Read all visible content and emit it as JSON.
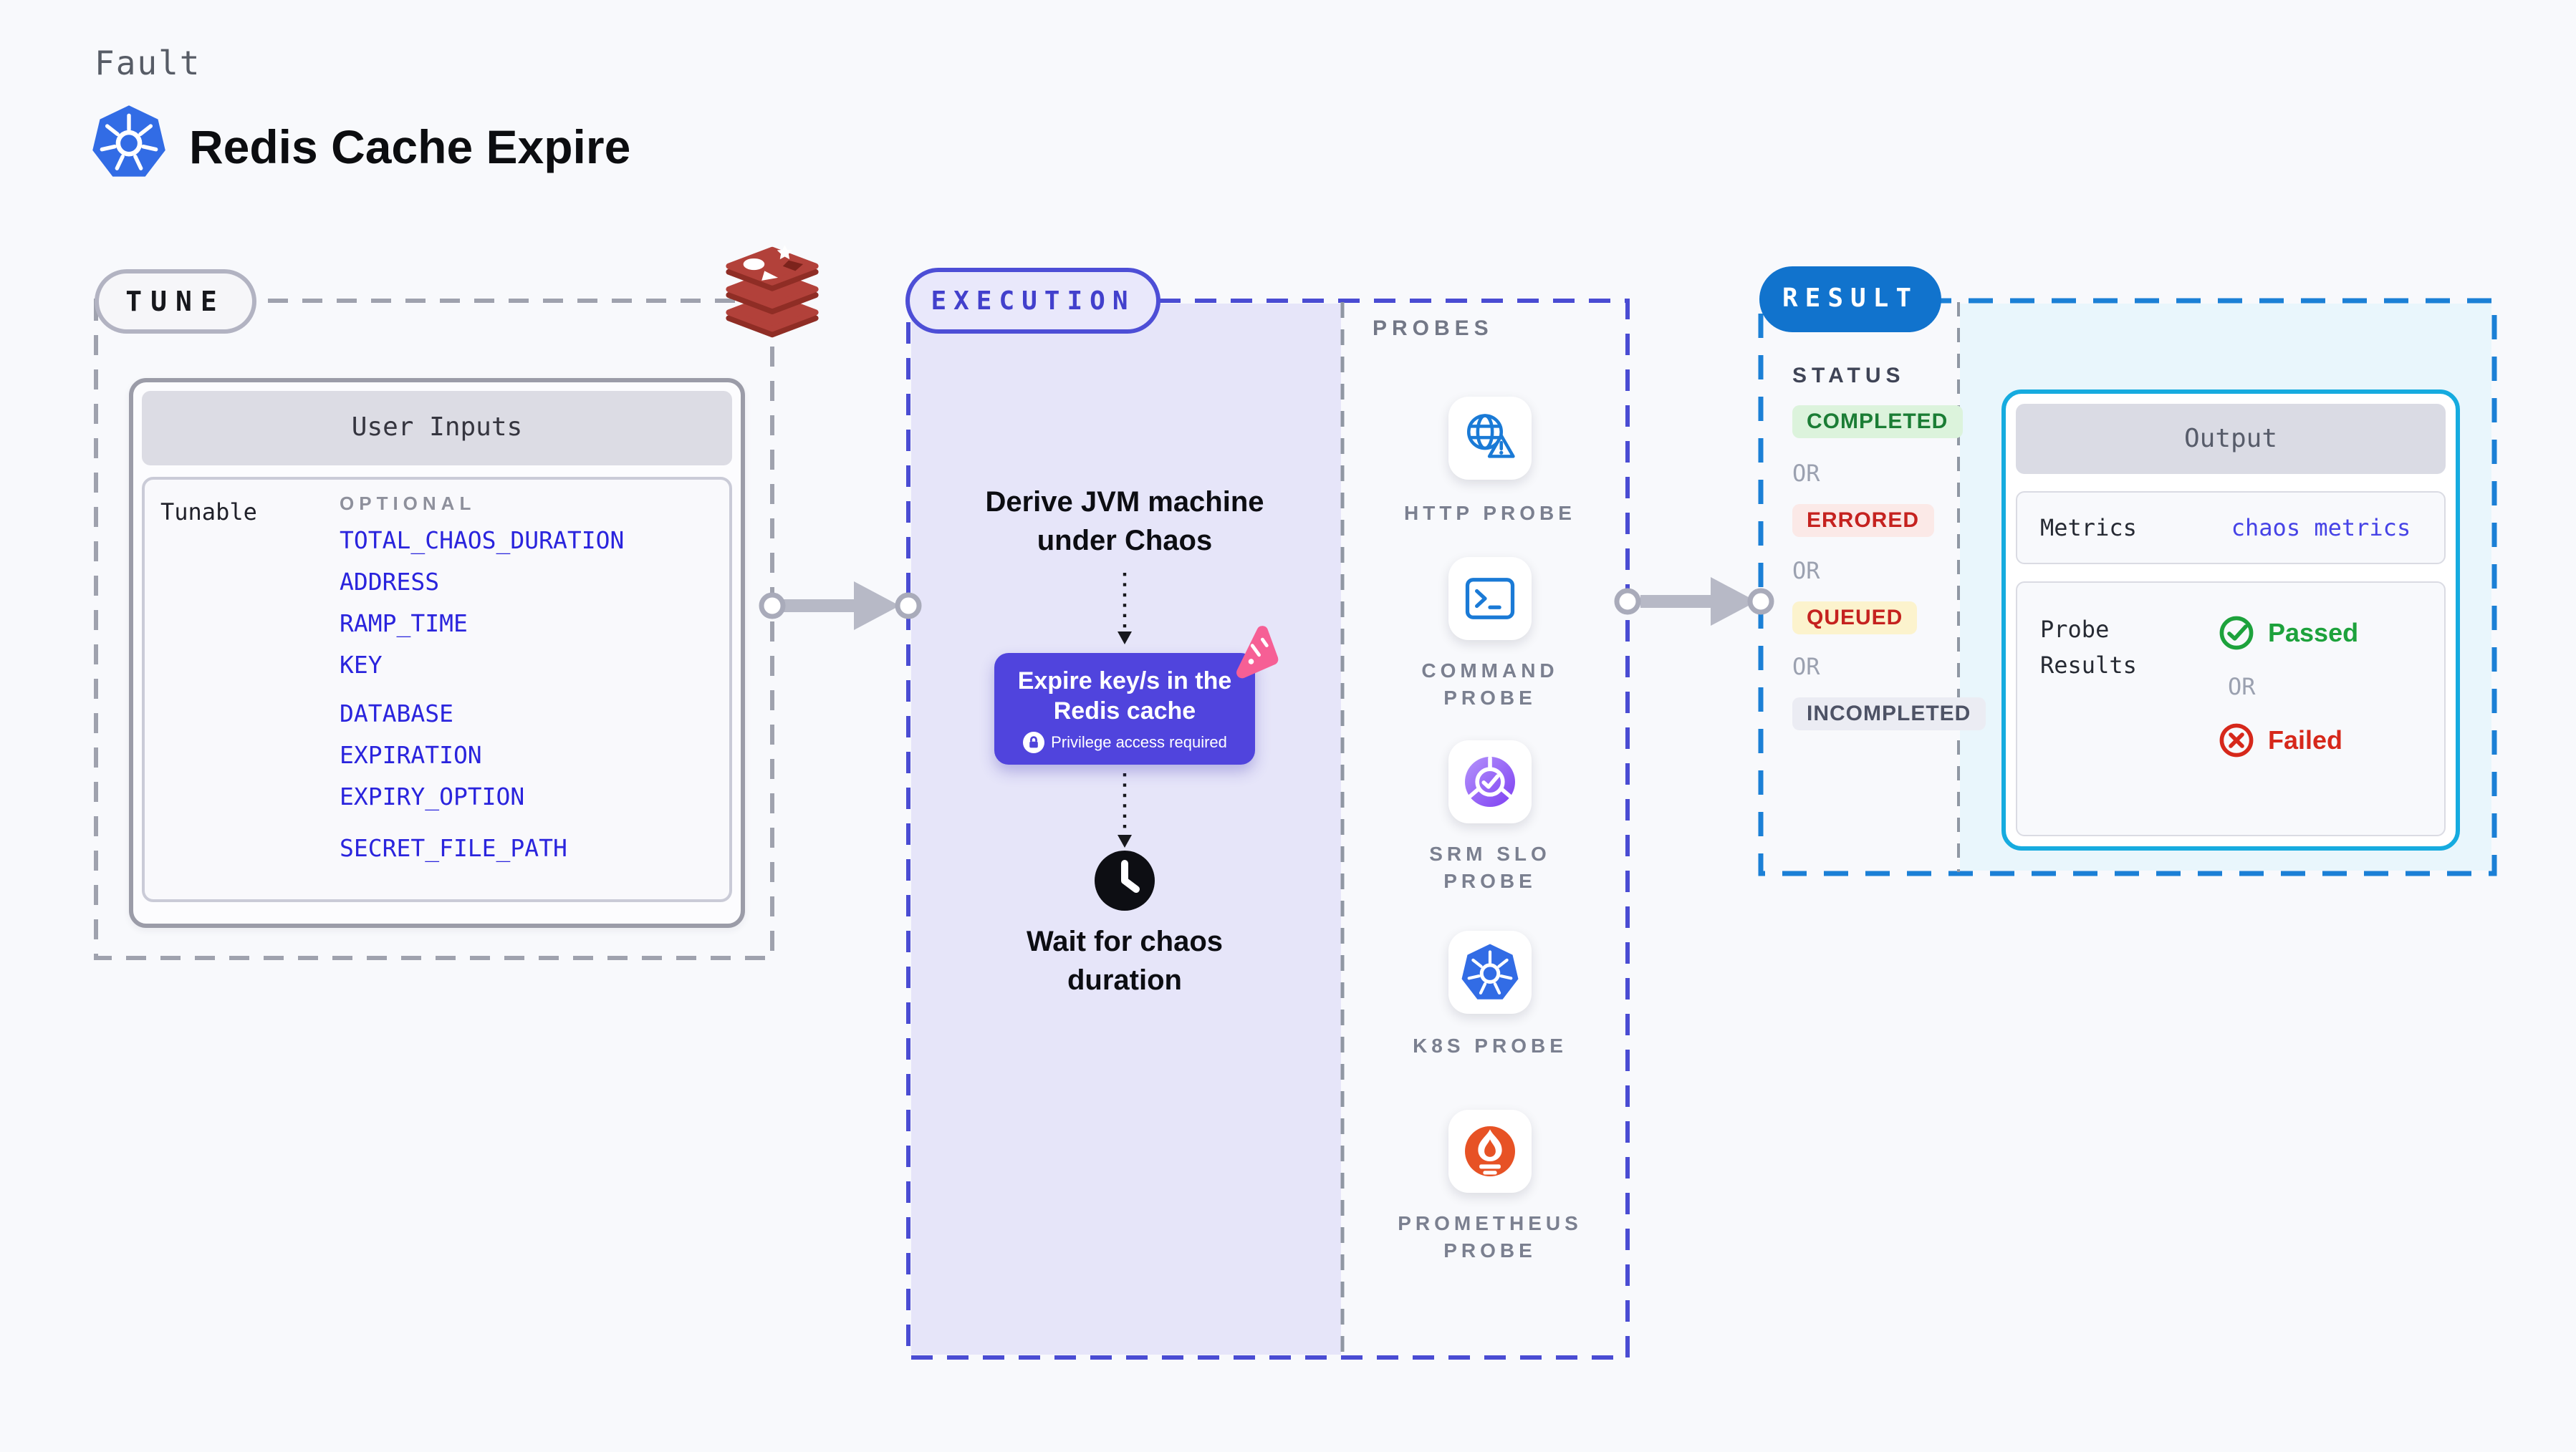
{
  "page": {
    "kicker": "Fault",
    "title": "Redis Cache Expire",
    "background": "#f8f9fc",
    "logo_icon": "kubernetes-icon"
  },
  "tune": {
    "pill": "TUNE",
    "corner_icon": "redis-icon",
    "panel_title": "User Inputs",
    "row_label": "Tunable",
    "group_label": "OPTIONAL",
    "param_color": "#2a24dd",
    "params": [
      "TOTAL_CHAOS_DURATION",
      "ADDRESS",
      "RAMP_TIME",
      "KEY",
      "DATABASE",
      "EXPIRATION",
      "EXPIRY_OPTION",
      "SECRET_FILE_PATH"
    ]
  },
  "execution": {
    "pill": "EXECUTION",
    "accent": "#4d4ed6",
    "area_fill": "#e6e5f9",
    "nodes": {
      "derive": "Derive JVM machine under Chaos",
      "action": "Expire key/s in the Redis cache",
      "action_note": "Privilege access required",
      "action_color": "#5044dd",
      "wait": "Wait for chaos duration"
    }
  },
  "probes": {
    "label": "PROBES",
    "items": [
      {
        "name": "HTTP PROBE",
        "icon": "globe-warning-icon"
      },
      {
        "name": "COMMAND PROBE",
        "icon": "terminal-icon"
      },
      {
        "name": "SRM SLO PROBE",
        "icon": "slo-gauge-icon"
      },
      {
        "name": "K8S PROBE",
        "icon": "kubernetes-icon"
      },
      {
        "name": "PROMETHEUS PROBE",
        "icon": "prometheus-flame-icon"
      }
    ]
  },
  "result": {
    "pill": "RESULT",
    "accent": "#1b80d6",
    "area_fill": "#e9f6fc",
    "status_label": "STATUS",
    "or_label": "OR",
    "statuses": [
      {
        "label": "COMPLETED",
        "fg": "#1b7d35",
        "bg": "#dcf3dc"
      },
      {
        "label": "ERRORED",
        "fg": "#c5221f",
        "bg": "#fbe9e7"
      },
      {
        "label": "QUEUED",
        "fg": "#c5221f",
        "bg": "#fcf3cd"
      },
      {
        "label": "INCOMPLETED",
        "fg": "#4d5265",
        "bg": "#ebecf3"
      }
    ],
    "output": {
      "title": "Output",
      "metrics_label": "Metrics",
      "metrics_value": "chaos metrics",
      "probe_label": "Probe Results",
      "passed": "Passed",
      "passed_color": "#1da23c",
      "failed": "Failed",
      "failed_color": "#d6281b"
    }
  }
}
